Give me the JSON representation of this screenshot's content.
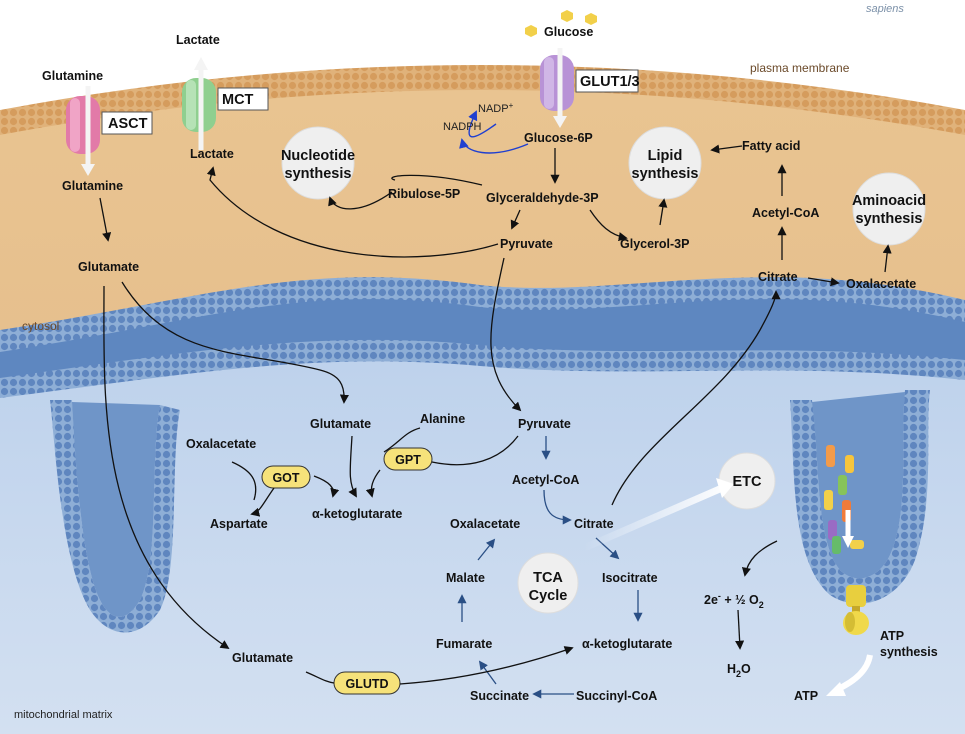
{
  "brand": "sapiens",
  "regions": {
    "plasma_membrane": "plasma membrane",
    "cytosol": "cytosol",
    "mitochondrial_matrix": "mitochondrial matrix"
  },
  "transporters": {
    "asct": "ASCT",
    "mct": "MCT",
    "glut": "GLUT1/3"
  },
  "extracellular": {
    "glutamine": "Glutamine",
    "lactate": "Lactate",
    "glucose": "Glucose"
  },
  "cytosol": {
    "glutamine": "Glutamine",
    "glutamate": "Glutamate",
    "lactate": "Lactate",
    "nadp": "NADP",
    "nadp_sup": "+",
    "nadph": "NADPH",
    "glucose6p": "Glucose-6P",
    "ribulose5p": "Ribulose-5P",
    "glyceraldehyde3p": "Glyceraldehyde-3P",
    "pyruvate": "Pyruvate",
    "glycerol3p": "Glycerol-3P",
    "fatty_acid": "Fatty acid",
    "acetylcoa": "Acetyl-CoA",
    "citrate": "Citrate",
    "oxalacetate": "Oxalacetate"
  },
  "synthesis": {
    "nucleotide_1": "Nucleotide",
    "nucleotide_2": "synthesis",
    "lipid_1": "Lipid",
    "lipid_2": "synthesis",
    "aminoacid_1": "Aminoacid",
    "aminoacid_2": "synthesis"
  },
  "mito": {
    "glutamate": "Glutamate",
    "alanine": "Alanine",
    "pyruvate": "Pyruvate",
    "oxalacetate_left": "Oxalacetate",
    "aspartate": "Aspartate",
    "akg_left": "α-ketoglutarate",
    "acetylcoa": "Acetyl-CoA",
    "oxalacetate": "Oxalacetate",
    "citrate": "Citrate",
    "malate": "Malate",
    "isocitrate": "Isocitrate",
    "fumarate": "Fumarate",
    "akg": "α-ketoglutarate",
    "succinate": "Succinate",
    "succinylcoa": "Succinyl-CoA",
    "glutamate_bottom": "Glutamate",
    "tca_1": "TCA",
    "tca_2": "Cycle",
    "etc": "ETC",
    "electrons": "2e",
    "electrons_sup": "-",
    "plus_half": " + ½ O",
    "o2_sub": "2",
    "water": "H",
    "water_sub": "2",
    "water_o": "O",
    "atp_synthesis_1": "ATP",
    "atp_synthesis_2": "synthesis",
    "atp": "ATP"
  },
  "enzymes": {
    "got": "GOT",
    "gpt": "GPT",
    "glutd": "GLUTD"
  },
  "colors": {
    "cytosol": "#eac89b",
    "membrane_outer": "#d9a86f",
    "mito_matrix": "#c9d9ee",
    "mito_membrane": "#6f92c3",
    "enzyme_fill": "#f6e27a",
    "asct": "#e27aa8",
    "mct": "#8fcf8f",
    "glut": "#b892d6"
  }
}
